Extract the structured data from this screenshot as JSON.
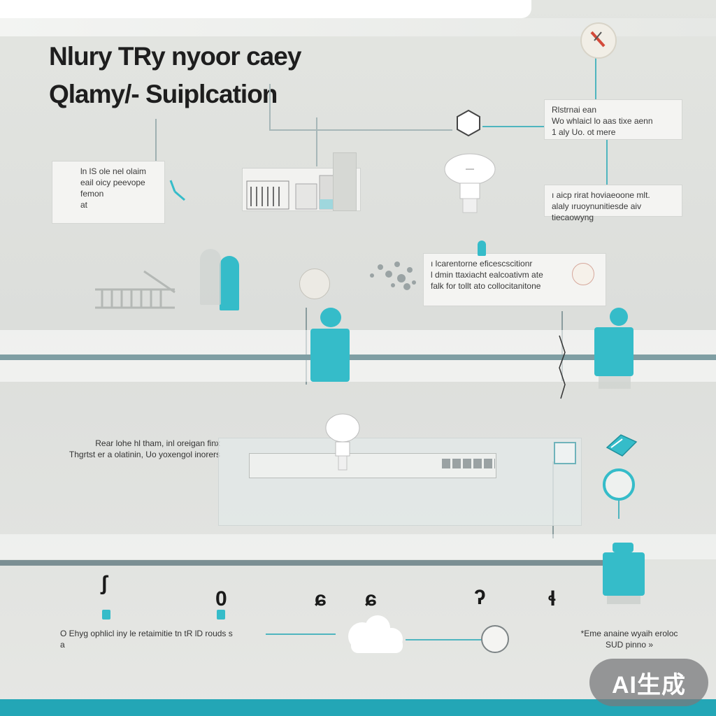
{
  "title": {
    "line1": "Nlury TRy nyoor caey",
    "line2": "Qlamy/- Suiplcation"
  },
  "cards": {
    "top_right": "Rlstrnai ean\nWo whlaicl lo aas tixe aenn\n1 aly Uo. ot mere",
    "left": "ln lS ole nel olaim\neail oicy peevope\nfemon\n   at",
    "right_mid": "ı   aicp rirat hoviaeoone mlt.\nalaly ıruoynunitiesde aiv tiecaowyng",
    "center": "ı   lcarentorne eficescscitionr\nl  dmin ttaxiacht   ealcoativm ate\nfalk  for tollt ato collocitanitone",
    "left_lower": "Rear lohe hl tham, inl oreigan finx\nThgrtst er a olatinin,   Uo  yoxengol inorers",
    "bottom_left": "O  Ehyg ophlicl iny le retaimitie tn  tR lD rouds s\n  a",
    "bottom_right": "*Eme anaine wyaih eroloc\nSUD  pinno »"
  },
  "hooks": [
    "ʃ",
    "0",
    "ɕ",
    "ɕ",
    "ʔ",
    "ɬ"
  ],
  "watermark": "AI生成",
  "colors": {
    "accent": "#35bcc9",
    "rail": "#7f9ea3",
    "bottom_bar": "#23a6b6"
  }
}
